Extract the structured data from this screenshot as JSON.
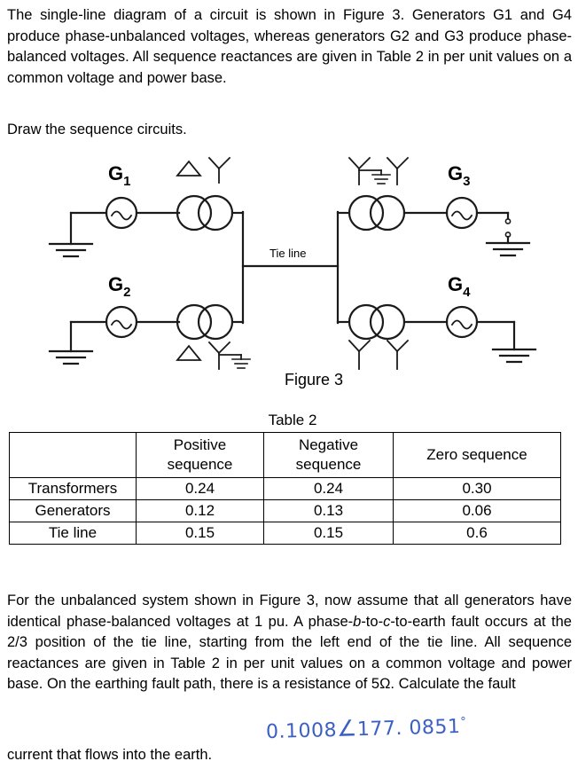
{
  "document": {
    "intro_paragraph": "The single-line diagram of a circuit is shown in Figure 3. Generators G1 and G4 produce phase-unbalanced voltages, whereas generators G2 and G3 produce phase-balanced voltages. All sequence reactances are given in Table 2 in per unit values on a common voltage and power base.",
    "intro_instruction": "Draw the sequence circuits.",
    "fault_paragraph_part1": "For the unbalanced system shown in Figure 3, now assume that all generators have identical phase-balanced voltages at 1 pu. A phase-",
    "fault_paragraph_italic_b": "b",
    "fault_paragraph_part2": "-to-",
    "fault_paragraph_italic_c": "c",
    "fault_paragraph_part3": "-to-earth fault occurs at the 2/3 position of the tie line, starting from the left end of the tie line. All sequence reactances are given in Table 2 in per unit values on a common voltage and power base. On the earthing fault path, there is a resistance of 5Ω. Calculate the fault",
    "fault_last_line": "current that flows into the earth."
  },
  "figure": {
    "caption": "Figure 3",
    "tie_line_label": "Tie line",
    "generators": [
      {
        "id": "g1",
        "label": "G",
        "subscript": "1"
      },
      {
        "id": "g2",
        "label": "G",
        "subscript": "2"
      },
      {
        "id": "g3",
        "label": "G",
        "subscript": "3"
      },
      {
        "id": "g4",
        "label": "G",
        "subscript": "4"
      }
    ],
    "transformers": [
      {
        "id": "t1",
        "primary": "delta",
        "secondary": "wye",
        "secondary_grounded": false
      },
      {
        "id": "t2",
        "primary": "delta",
        "secondary": "wye",
        "secondary_grounded": true
      },
      {
        "id": "t3",
        "primary": "wye",
        "primary_grounded": true,
        "secondary": "wye",
        "secondary_grounded": false
      },
      {
        "id": "t4",
        "primary": "wye",
        "primary_grounded": false,
        "secondary": "wye",
        "secondary_grounded": false
      }
    ]
  },
  "table": {
    "title": "Table 2",
    "headers": [
      "",
      "Positive sequence",
      "Negative sequence",
      "Zero sequence"
    ],
    "header_lines": [
      [
        "",
        ""
      ],
      [
        "Positive",
        "sequence"
      ],
      [
        "Negative",
        "sequence"
      ],
      [
        "Zero sequence",
        ""
      ]
    ],
    "rows": [
      {
        "label": "Transformers",
        "positive": "0.24",
        "negative": "0.24",
        "zero": "0.30"
      },
      {
        "label": "Generators",
        "positive": "0.12",
        "negative": "0.13",
        "zero": "0.06"
      },
      {
        "label": "Tie line",
        "positive": "0.15",
        "negative": "0.15",
        "zero": "0.6"
      }
    ]
  },
  "annotation": {
    "magnitude": "0.1008",
    "angle_symbol": "∠",
    "angle": "177. 0851",
    "degree_symbol": "°",
    "ink_color": "#3c5fc4"
  }
}
